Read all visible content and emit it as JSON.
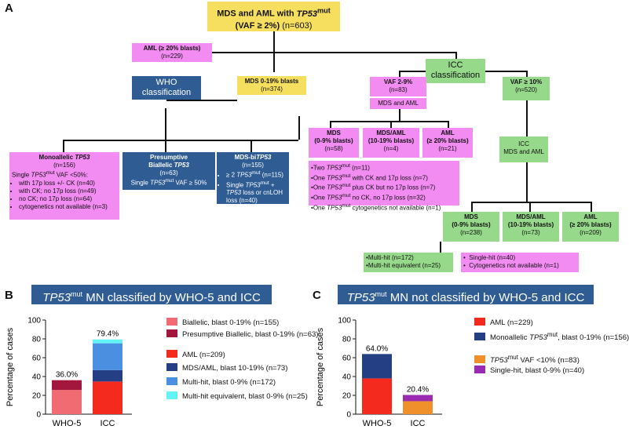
{
  "panels": {
    "a": "A",
    "b": "B",
    "c": "C"
  },
  "top": {
    "l1_pre": "MDS and AML with ",
    "gene": "TP53",
    "sup": "mut",
    "l2": "(VAF ≥ 2%)",
    "n": "(n=603)"
  },
  "aml_top": {
    "title": "AML (≥ 20% blasts)",
    "n": "(n=229)"
  },
  "who": {
    "l1": "WHO",
    "l2": "classification"
  },
  "mds_019": {
    "title": "MDS  0-19% blasts",
    "n": "(n=374)"
  },
  "icc": {
    "l1": "ICC",
    "l2": "classification"
  },
  "vaf29": {
    "title": "VAF 2-9%",
    "n": "(n=83)",
    "sub": "MDS and AML"
  },
  "vaf10": {
    "title": "VAF ≥ 10%",
    "n": "(n=520)"
  },
  "icc_mds_aml": {
    "l1": "ICC",
    "l2": "MDS and AML"
  },
  "mono": {
    "title_pre": "Monoallelic ",
    "title_gene": "TP53",
    "n": "(n=156)",
    "single_pre": "Single ",
    "single_gene": "TP53",
    "single_sup": "mut",
    "single_post": " VAF <50%:",
    "items": [
      "with 17p loss +/- CK (n=40)",
      "with CK; no 17p loss (n=49)",
      "no CK; no 17p loss (n=64)",
      "cytogenetics not available (n=3)"
    ]
  },
  "pres": {
    "l1": "Presumptive",
    "l2_pre": "Biallelic ",
    "l2_gene": "TP53",
    "n": "(n=63)",
    "single_pre": "Single ",
    "single_gene": "TP53",
    "single_sup": "mut",
    "single_post": " VAF ≥ 50%"
  },
  "bi": {
    "title_pre": "MDS-bi",
    "title_gene": "TP53",
    "n": "(n=155)",
    "i1_pre": "≥ 2 ",
    "i1_gene": "TP53",
    "i1_sup": "mut",
    "i1_post": " (n=115)",
    "i2_pre": "Single ",
    "i2_gene": "TP53",
    "i2_sup": "mut",
    "i2_mid": " + ",
    "i2_gene2": "TP53",
    "i2_post": " loss or cnLOH loss (n=40)"
  },
  "mds09": {
    "l1": "MDS",
    "l2": "(0-9% blasts)",
    "n": "(n=58)"
  },
  "mdsaml_a": {
    "l1": "MDS/AML",
    "l2": "(10-19% blasts)",
    "n": "(n=4)"
  },
  "aml_a": {
    "l1": "AML",
    "l2": "(≥ 20% blasts)",
    "n": "(n=21)"
  },
  "detail": {
    "r1_pre": "Two ",
    "r1_gene": "TP53",
    "r1_sup": "mut",
    "r1_post": " (n=11)",
    "r2_pre": "One ",
    "r2_gene": "TP53",
    "r2_sup": "mut",
    "r2_post": " with CK and 17p loss (n=7)",
    "r3_pre": "One ",
    "r3_gene": "TP53",
    "r3_sup": "mut",
    "r3_post": " plus CK but no 17p loss (n=7)",
    "r4_pre": "One ",
    "r4_gene": "TP53",
    "r4_sup": "mut",
    "r4_post": "  no CK, no 17p loss (n=32)",
    "r5_pre": "One ",
    "r5_gene": "TP53",
    "r5_sup": "mut",
    "r5_post": " cytogenetics not available (n=1)"
  },
  "mds_b": {
    "l1": "MDS",
    "l2": "(0-9% blasts)",
    "n": "(n=238)"
  },
  "mdsaml_b": {
    "l1": "MDS/AML",
    "l2": "(10-19% blasts)",
    "n": "(n=73)"
  },
  "aml_b": {
    "l1": "AML",
    "l2": "(≥ 20% blasts)",
    "n": "(n=209)"
  },
  "multihit": {
    "i1": "Multi-hit (n=172)",
    "i2": "Multi-hit equivalent (n=25)"
  },
  "singlehit": {
    "i1": "Single-hit (n=40)",
    "i2": "Cytogenetics not available (n=1)"
  },
  "headerB": {
    "gene": "TP53",
    "sup": "mut",
    "rest": " MN classified by WHO-5 and ICC"
  },
  "headerC": {
    "gene": "TP53",
    "sup": "mut",
    "rest": " MN not classified by WHO-5 and ICC"
  },
  "legendB": [
    {
      "label": "Biallelic, blast 0-19% (n=155)",
      "color": "#f06b72"
    },
    {
      "label": "Presumptive Biallelic, blast 0-19% (n=63)",
      "color": "#a3173f"
    },
    {
      "label": "AML (n=209)",
      "color": "#f52a1f"
    },
    {
      "label": "MDS/AML, blast 10-19% (n=73)",
      "color": "#253f85"
    },
    {
      "label": "Multi-hit, blast 0-9% (n=172)",
      "color": "#4b8fe0"
    },
    {
      "label": "Multi-hit equivalent, blast 0-9% (n=25)",
      "color": "#63f2f5"
    }
  ],
  "legendC": {
    "l1": "AML (n=229)",
    "l1_color": "#f52a1f",
    "l2_pre": "Monoallelic ",
    "l2_gene": "TP53",
    "l2_sup": "mut",
    "l2_post": ", blast 0-19% (n=156)",
    "l2_color": "#253f85",
    "l3_gene": "TP53",
    "l3_sup": "mut",
    "l3_post": " VAF <10% (n=83)",
    "l3_color": "#f0902a",
    "l4": "Single-hit, blast 0-9% (n=40)",
    "l4_color": "#9a2bb0"
  },
  "chart_data": [
    {
      "type": "bar",
      "stacked": true,
      "categories": [
        "WHO-5",
        "ICC"
      ],
      "ylabel": "Percentage of cases",
      "ylim": [
        0,
        100
      ],
      "yticks": [
        0,
        20,
        40,
        60,
        80,
        100
      ],
      "totals": [
        "36.0%",
        "79.4%"
      ],
      "series": [
        {
          "name": "Biallelic, blast 0-19% (n=155)",
          "values": [
            25.7,
            0
          ],
          "color": "#f06b72"
        },
        {
          "name": "Presumptive Biallelic, blast 0-19% (n=63)",
          "values": [
            10.4,
            0
          ],
          "color": "#a3173f"
        },
        {
          "name": "AML (n=209)",
          "values": [
            0,
            34.7
          ],
          "color": "#f52a1f"
        },
        {
          "name": "MDS/AML, blast 10-19% (n=73)",
          "values": [
            0,
            12.1
          ],
          "color": "#253f85"
        },
        {
          "name": "Multi-hit, blast 0-9% (n=172)",
          "values": [
            0,
            28.5
          ],
          "color": "#4b8fe0"
        },
        {
          "name": "Multi-hit equivalent, blast 0-9% (n=25)",
          "values": [
            0,
            4.1
          ],
          "color": "#63f2f5"
        }
      ]
    },
    {
      "type": "bar",
      "stacked": true,
      "categories": [
        "WHO-5",
        "ICC"
      ],
      "ylabel": "Percentage of cases",
      "ylim": [
        0,
        100
      ],
      "yticks": [
        0,
        20,
        40,
        60,
        80,
        100
      ],
      "totals": [
        "64.0%",
        "20.4%"
      ],
      "series": [
        {
          "name": "AML (n=229)",
          "values": [
            38.0,
            0
          ],
          "color": "#f52a1f"
        },
        {
          "name": "Monoallelic TP53mut, blast 0-19% (n=156)",
          "values": [
            25.9,
            0
          ],
          "color": "#253f85"
        },
        {
          "name": "TP53mut VAF <10% (n=83)",
          "values": [
            0,
            13.8
          ],
          "color": "#f0902a"
        },
        {
          "name": "Single-hit, blast 0-9% (n=40)",
          "values": [
            0,
            6.6
          ],
          "color": "#9a2bb0"
        }
      ]
    }
  ]
}
